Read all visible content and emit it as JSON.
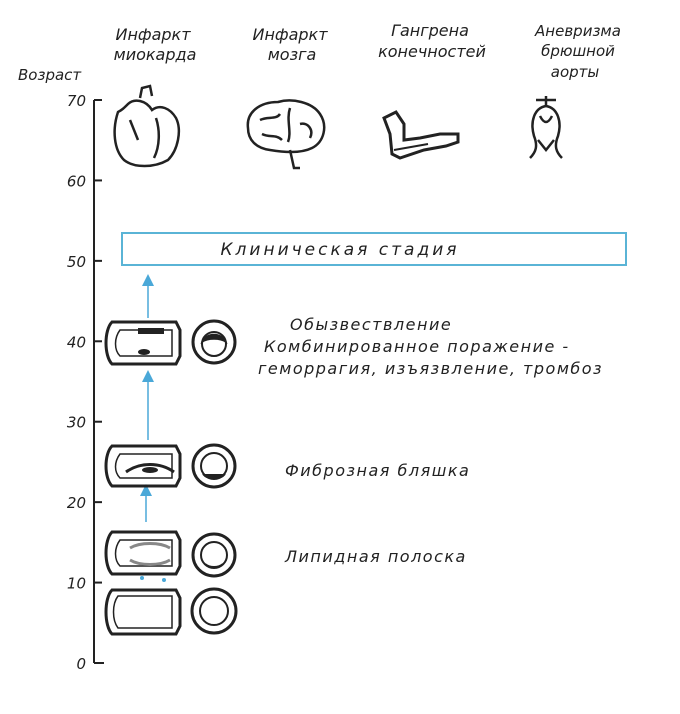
{
  "axis": {
    "label": "Возраст",
    "ticks": [
      {
        "value": 0,
        "label": "0"
      },
      {
        "value": 10,
        "label": "10"
      },
      {
        "value": 20,
        "label": "20"
      },
      {
        "value": 30,
        "label": "30"
      },
      {
        "value": 40,
        "label": "40"
      },
      {
        "value": 50,
        "label": "50"
      },
      {
        "value": 60,
        "label": "60"
      },
      {
        "value": 70,
        "label": "70"
      }
    ]
  },
  "complications": [
    {
      "line1": "Инфаркт",
      "line2": "миокарда",
      "line3": "",
      "icon": "heart-icon"
    },
    {
      "line1": "Инфаркт",
      "line2": "мозга",
      "line3": "",
      "icon": "brain-icon"
    },
    {
      "line1": "Гангрена",
      "line2": "конечностей",
      "line3": "",
      "icon": "leg-icon"
    },
    {
      "line1": "Аневризма",
      "line2": "брюшной",
      "line3": "аорты",
      "icon": "aorta-icon"
    }
  ],
  "clinical_stage": {
    "label": "Клиническая     стадия",
    "border_color": "#5ab4d6"
  },
  "stages": [
    {
      "id": "calcification",
      "line1": "Обызвествление",
      "line2": "Комбинированное поражение -",
      "line3": "геморрагия, изъязвление, тромбоз"
    },
    {
      "id": "fibrous",
      "line1": "Фиброзная бляшка",
      "line2": "",
      "line3": ""
    },
    {
      "id": "lipid",
      "line1": "Липидная полоска",
      "line2": "",
      "line3": ""
    }
  ],
  "colors": {
    "ink": "#222222",
    "arrow": "#4aa8d8"
  }
}
